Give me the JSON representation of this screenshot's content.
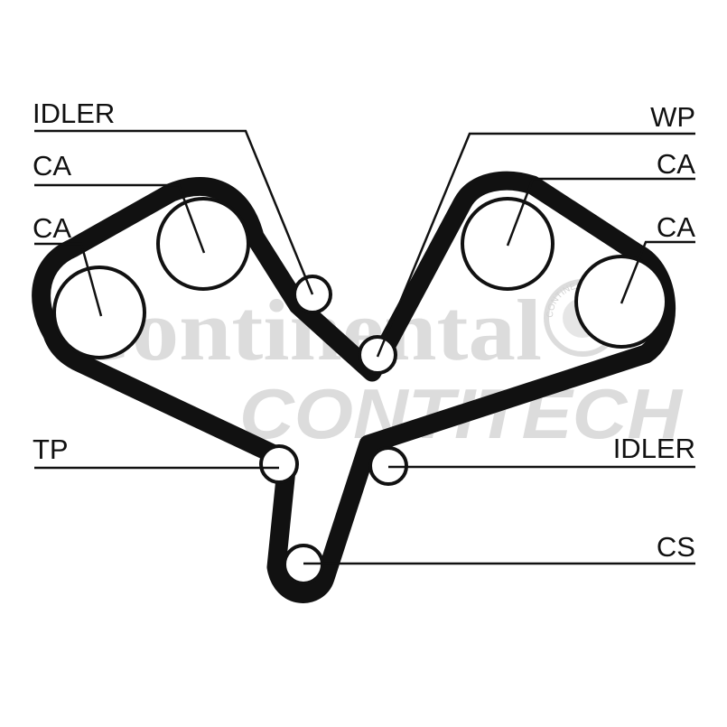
{
  "labels": {
    "left_idler": "IDLER",
    "left_ca_upper": "CA",
    "left_ca_lower": "CA",
    "tp": "TP",
    "wp": "WP",
    "right_ca_upper": "CA",
    "right_ca_lower": "CA",
    "right_idler": "IDLER",
    "cs": "CS"
  },
  "watermark": {
    "line1": "Continental",
    "line2": "CONTITECH",
    "seal_text": "CONTINENTAL"
  },
  "colors": {
    "ink": "#111111",
    "watermark": "#dcdcdc"
  }
}
